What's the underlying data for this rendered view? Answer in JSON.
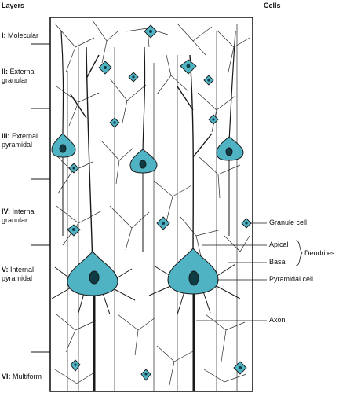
{
  "headers": {
    "layers": "Layers",
    "cells": "Cells"
  },
  "layers": [
    {
      "num": "I:",
      "name": "Molecular"
    },
    {
      "num": "II:",
      "name": "External granular"
    },
    {
      "num": "III:",
      "name": "External pyramidal"
    },
    {
      "num": "IV:",
      "name": "Internal granular"
    },
    {
      "num": "V:",
      "name": "Internal pyramidal"
    },
    {
      "num": "VI:",
      "name": "Multiform"
    }
  ],
  "labels": {
    "granule_cell": "Granule cell",
    "apical": "Apical",
    "basal": "Basal",
    "dendrites": "Dendrites",
    "pyramidal_cell": "Pyramidal cell",
    "axon": "Axon"
  },
  "colors": {
    "cell_fill": "#4fb3c4",
    "nucleus": "#0e3b44",
    "ink": "#1a1a1a"
  }
}
